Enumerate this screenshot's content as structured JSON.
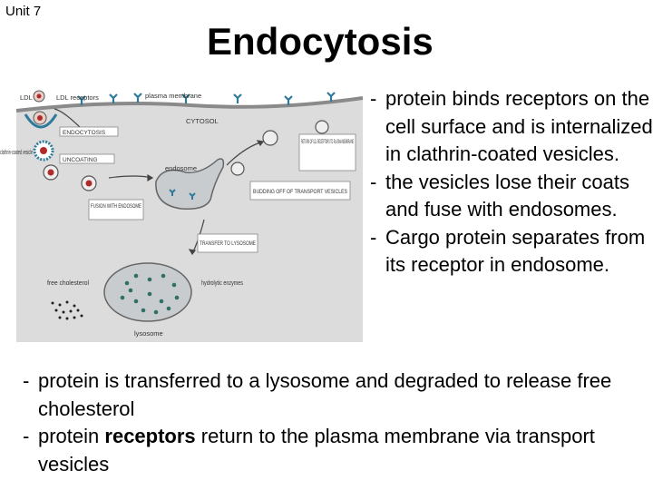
{
  "header": {
    "unit": "Unit 7",
    "title": "Endocytosis"
  },
  "diagram": {
    "labels": {
      "ldl": "LDL",
      "ldl_receptors": "LDL receptors",
      "plasma_membrane": "plasma membrane",
      "cytosol": "CYTOSOL",
      "endocytosis": "ENDOCYTOSIS",
      "clathrin_coated": "clathrin-coated vesicle",
      "uncoating": "UNCOATING",
      "endosome": "endosome",
      "fusion": "FUSION WITH ENDOSOME",
      "return": "RETURN OF LDL RECEPTORS TO PLASMA MEMBRANE",
      "budding": "BUDDING OFF OF TRANSPORT VESICLES",
      "transfer": "TRANSFER TO LYSOSOME",
      "free_cholesterol": "free cholesterol",
      "hydrolytic": "hydrolytic enzymes",
      "lysosome": "lysosome"
    },
    "colors": {
      "receptor": "#2f7a9a",
      "ldl": "#b02a2a",
      "cytosol": "#dcdcdc",
      "organelle": "#c8ccce"
    }
  },
  "right_bullets": [
    {
      "dash": "-",
      "text": "protein binds receptors on the cell surface and is internalized in clathrin-coated vesicles."
    },
    {
      "dash": "-",
      "text": "the vesicles lose their coats and fuse with endosomes."
    },
    {
      "dash": "-",
      "text": "Cargo protein separates from its receptor in endosome."
    }
  ],
  "bottom_bullets": [
    {
      "dash": "-",
      "text": "protein is transferred to a lysosome and degraded to release free cholesterol"
    },
    {
      "dash": "-",
      "pre": "protein ",
      "bold": "receptors",
      "post": " return to the plasma membrane via transport vesicles"
    }
  ]
}
